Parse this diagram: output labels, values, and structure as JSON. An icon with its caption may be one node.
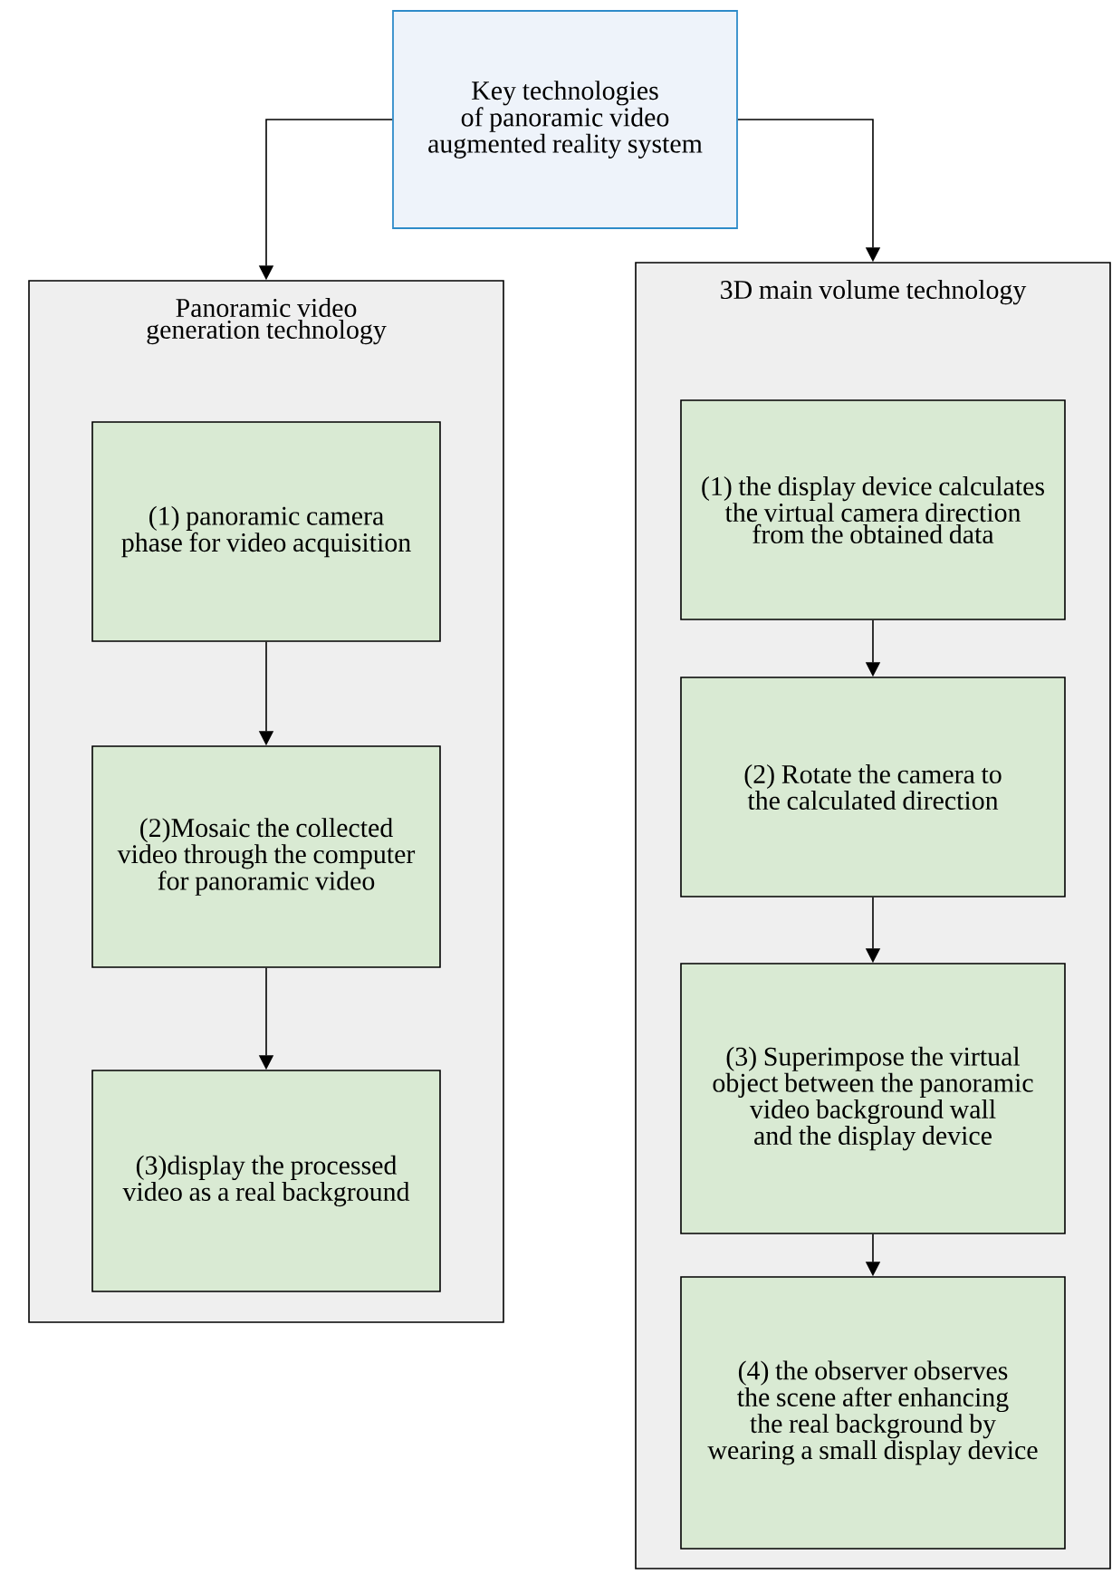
{
  "diagram": {
    "nodes": [
      {
        "text": [
          "Key technologies of panoramic video augmented reality system"
        ]
      },
      {
        "text": [
          "Panoramic video generation technology"
        ]
      },
      {
        "text": [
          "(1) panoramic camera phase for video acquisition"
        ],
        "in": 1
      },
      {
        "text": [
          "(2)Mosaic the collected video through the computer for panoramic video"
        ],
        "in": 1
      },
      {
        "text": [
          "(3)display the processed video as a real background"
        ],
        "in": 1
      },
      {
        "text": [
          "3D main volume technology"
        ]
      },
      {
        "text": [
          "(1) the display device calculates the virtual camera direction from the obtained data"
        ],
        "in": 5
      },
      {
        "text": [
          "(2) Rotate the camera to the calculated direction"
        ],
        "in": 5
      },
      {
        "text": [
          "(3) Superimpose the virtual object between the panoramic video background wall and the display device"
        ],
        "in": 5
      },
      {
        "text": [
          "(4) the observer observes the scene after enhancing the real background by wearing a small display device"
        ],
        "in": 5
      }
    ],
    "edges": [
      {
        "from": 0,
        "to": 1,
        "arrow": "to"
      },
      {
        "from": 0,
        "to": 5,
        "arrow": "to"
      },
      {
        "from": 2,
        "to": 3,
        "arrow": "to"
      },
      {
        "from": 3,
        "to": 4,
        "arrow": "to"
      },
      {
        "from": 6,
        "to": 7,
        "arrow": "to"
      },
      {
        "from": 7,
        "to": 8,
        "arrow": "to"
      },
      {
        "from": 8,
        "to": 9,
        "arrow": "to"
      }
    ]
  }
}
